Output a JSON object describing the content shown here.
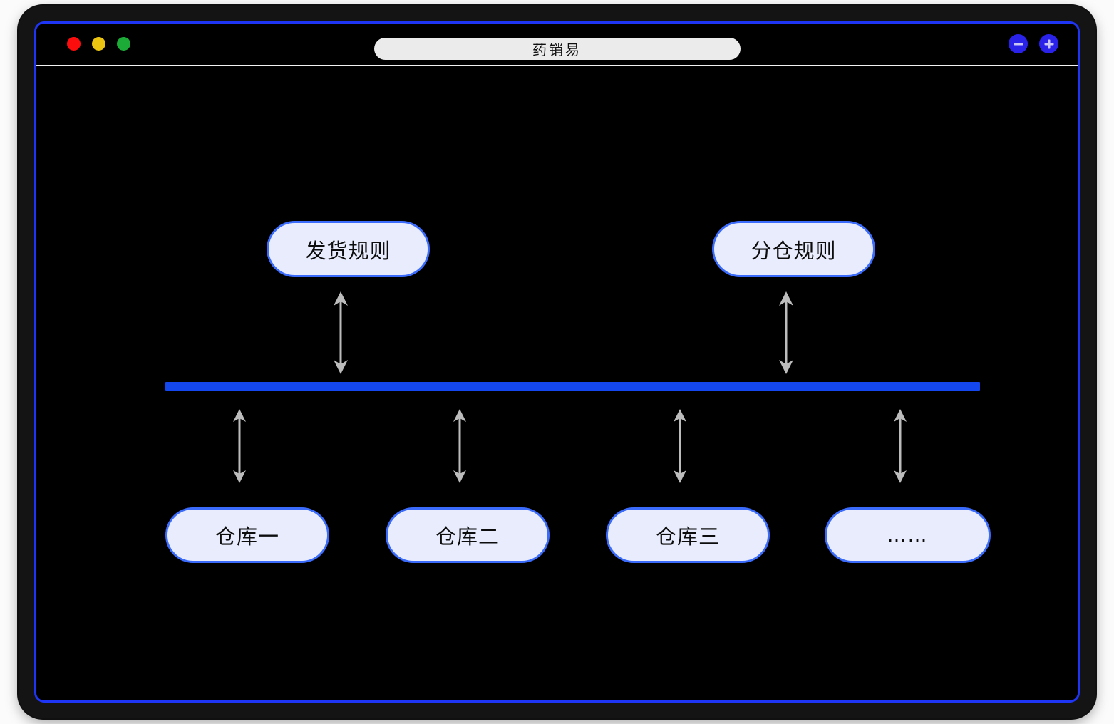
{
  "window": {
    "title": "药销易",
    "traffic_lights": [
      {
        "name": "close",
        "color": "#fc0d0d"
      },
      {
        "name": "minimize",
        "color": "#eac410"
      },
      {
        "name": "maximize",
        "color": "#1cab37"
      }
    ],
    "actions": [
      {
        "name": "zoom-out-button",
        "icon": "minus-icon"
      },
      {
        "name": "zoom-in-button",
        "icon": "plus-icon"
      }
    ]
  },
  "diagram": {
    "rule_nodes": [
      {
        "id": "shipping-rule",
        "label": "发货规则"
      },
      {
        "id": "split-rule",
        "label": "分仓规则"
      }
    ],
    "bus": {
      "name": "rule-distribution-bus",
      "color": "#1448ee"
    },
    "warehouse_nodes": [
      {
        "id": "warehouse-1",
        "label": "仓库一"
      },
      {
        "id": "warehouse-2",
        "label": "仓库二"
      },
      {
        "id": "warehouse-3",
        "label": "仓库三"
      },
      {
        "id": "warehouse-more",
        "label": "……"
      }
    ],
    "connectors": [
      {
        "id": "arrow-shipping",
        "type": "bidirectional-arrow",
        "from": "shipping-rule",
        "to": "bus"
      },
      {
        "id": "arrow-split",
        "type": "bidirectional-arrow",
        "from": "split-rule",
        "to": "bus"
      },
      {
        "id": "arrow-wh-1",
        "type": "bidirectional-arrow",
        "from": "bus",
        "to": "warehouse-1"
      },
      {
        "id": "arrow-wh-2",
        "type": "bidirectional-arrow",
        "from": "bus",
        "to": "warehouse-2"
      },
      {
        "id": "arrow-wh-3",
        "type": "bidirectional-arrow",
        "from": "bus",
        "to": "warehouse-3"
      },
      {
        "id": "arrow-wh-more",
        "type": "bidirectional-arrow",
        "from": "bus",
        "to": "warehouse-more"
      }
    ]
  },
  "colors": {
    "accent_blue": "#1f35f5",
    "bus_blue": "#1448ee",
    "node_fill": "#e8ecfd",
    "node_border": "#3b6bfb",
    "canvas_bg": "#000000",
    "arrow_gray": "#bcbcbc"
  }
}
